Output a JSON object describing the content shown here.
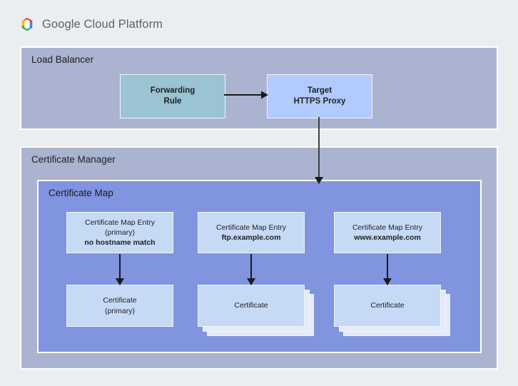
{
  "header": {
    "logo_icon": "google-cloud-platform-hexagon-logo",
    "brand_google": "Google",
    "brand_cloud_platform": " Cloud Platform"
  },
  "diagram": {
    "groups": [
      {
        "id": "load-balancer",
        "title": "Load Balancer"
      },
      {
        "id": "certificate-manager",
        "title": "Certificate Manager"
      },
      {
        "id": "certificate-map",
        "title": "Certificate Map"
      }
    ],
    "nodes": {
      "forwarding_rule": {
        "line1": "Forwarding",
        "line2": "Rule"
      },
      "target_https_proxy": {
        "line1": "Target",
        "line2": "HTTPS Proxy"
      },
      "map_entries": [
        {
          "title": "Certificate Map Entry",
          "subtitle": "(primary)",
          "host": "no hostname match"
        },
        {
          "title": "Certificate Map Entry",
          "subtitle": "",
          "host": "ftp.example.com"
        },
        {
          "title": "Certificate Map Entry",
          "subtitle": "",
          "host": "www.example.com"
        }
      ],
      "certificates": [
        {
          "title": "Certificate",
          "subtitle": "(primary)",
          "stacked": false
        },
        {
          "title": "Certificate",
          "subtitle": "",
          "stacked": true
        },
        {
          "title": "Certificate",
          "subtitle": "",
          "stacked": true
        }
      ]
    },
    "connectors": [
      {
        "name": "forwarding-rule-to-target-https-proxy",
        "direction": "right"
      },
      {
        "name": "target-https-proxy-to-certificate-map",
        "direction": "down"
      },
      {
        "name": "map-entry-1-to-certificate-1",
        "direction": "down"
      },
      {
        "name": "map-entry-2-to-certificate-2",
        "direction": "down"
      },
      {
        "name": "map-entry-3-to-certificate-3",
        "direction": "down"
      }
    ]
  },
  "colors": {
    "page_background": "#eaeef0",
    "group_container": "#aab4d1",
    "certificate_map": "#8094e0",
    "forwarding_rule": "#9ac3d3",
    "target_https_proxy": "#b3caff",
    "entry_and_certificate": "#c6daf6",
    "certificate_stack_sheet": "#e4eaf7",
    "connector": "#3c4043",
    "logo_blue": "#4285f4",
    "logo_red": "#ea4335",
    "logo_yellow": "#fbbc05",
    "logo_green": "#34a853",
    "brand_text": "#5f6368"
  }
}
